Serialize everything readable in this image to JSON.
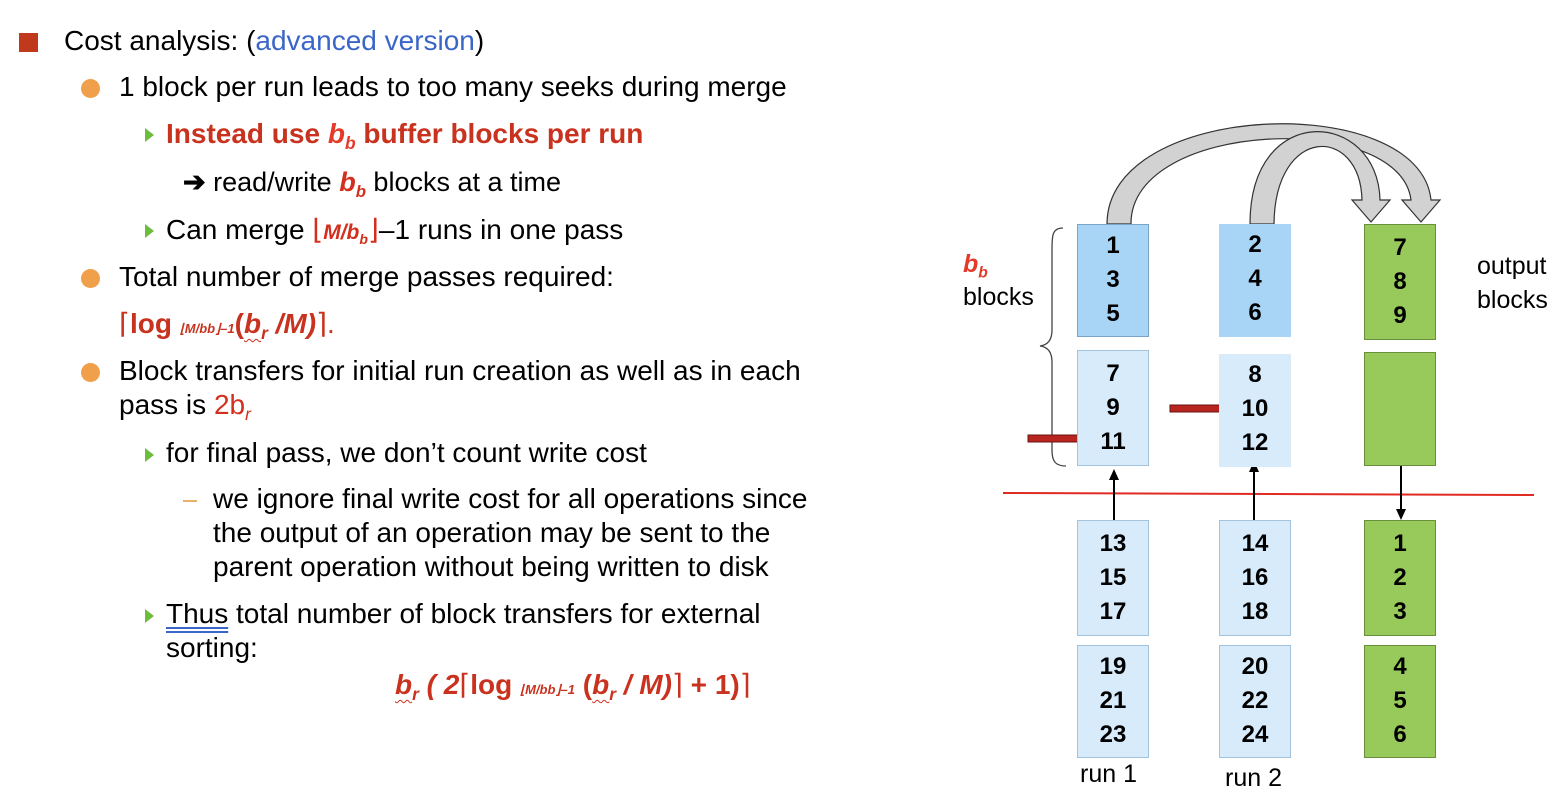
{
  "bullets": {
    "l1_prefix": "Cost analysis:  (",
    "l1_link": "advanced version",
    "l1_suffix": ")",
    "l2_a": "1  block per run leads to too many seeks during merge",
    "l3_a_prefix": "Instead use ",
    "l3_a_var": "b",
    "l3_a_sub": "b",
    "l3_a_suffix": " buffer blocks per run",
    "l4_arrow": "➔",
    "l4_prefix": " read/write ",
    "l4_var": "b",
    "l4_sub": "b",
    "l4_suffix": " blocks at a time",
    "l3_b_prefix": "Can merge ",
    "l3_b_floor_open": "⌊",
    "l3_b_expr": "M/b",
    "l3_b_sub": "b",
    "l3_b_floor_close": "⌋",
    "l3_b_suffix": "–1 runs in one pass",
    "l2_b": "Total number of merge passes required:",
    "l2_b_formula_ceil_open": "⌈",
    "l2_b_formula_log": "log ",
    "l2_b_formula_base": "⌊M/bb⌋–1",
    "l2_b_formula_arg_open": "(",
    "l2_b_formula_br": "b",
    "l2_b_formula_br_sub": "r",
    "l2_b_formula_arg_rest": " /M)",
    "l2_b_formula_ceil_close": "⌉.",
    "l2_c_line1": "Block transfers for initial run creation as well as in each",
    "l2_c_line2_prefix": "pass is ",
    "l2_c_line2_val": "2b",
    "l2_c_line2_sub": "r",
    "l3_c": "for final pass, we don’t count write cost",
    "l4_c_line1": "we ignore final write cost for all operations since",
    "l4_c_line2": "the output of an operation may be sent to the",
    "l4_c_line3": "parent operation without being written to disk",
    "l3_d_thus": "Thus",
    "l3_d_rest": " total number of block transfers for external",
    "l3_d_line2": "sorting:",
    "final_b": "b",
    "final_b_sub": "r",
    "final_open": " ( 2",
    "final_ceil_open": "⌈",
    "final_log": "log ",
    "final_base": "⌊M/bb⌋–1",
    "final_arg_open": " (",
    "final_arg_b": "b",
    "final_arg_b_sub": "r",
    "final_arg_rest": " / M)",
    "final_ceil_close": "⌉",
    "final_tail": " + 1)",
    "final_close": "⌉"
  },
  "diagram": {
    "bb_label_var": "b",
    "bb_label_sub": "b",
    "bb_label_text": "blocks",
    "output_label_1": "output",
    "output_label_2": "blocks",
    "run1_label": "run 1",
    "run2_label": "run 2",
    "run1_buf_top": [
      "1",
      "3",
      "5"
    ],
    "run1_buf_bottom": [
      "7",
      "9",
      "11"
    ],
    "run1_disk_1": [
      "13",
      "15",
      "17"
    ],
    "run1_disk_2": [
      "19",
      "21",
      "23"
    ],
    "run2_buf_top": [
      "2",
      "4",
      "6"
    ],
    "run2_buf_bottom": [
      "8",
      "10",
      "12"
    ],
    "run2_disk_1": [
      "14",
      "16",
      "18"
    ],
    "run2_disk_2": [
      "20",
      "22",
      "24"
    ],
    "out_buf_top": [
      "7",
      "8",
      "9"
    ],
    "out_disk_1": [
      "1",
      "2",
      "3"
    ],
    "out_disk_2": [
      "4",
      "5",
      "6"
    ]
  }
}
